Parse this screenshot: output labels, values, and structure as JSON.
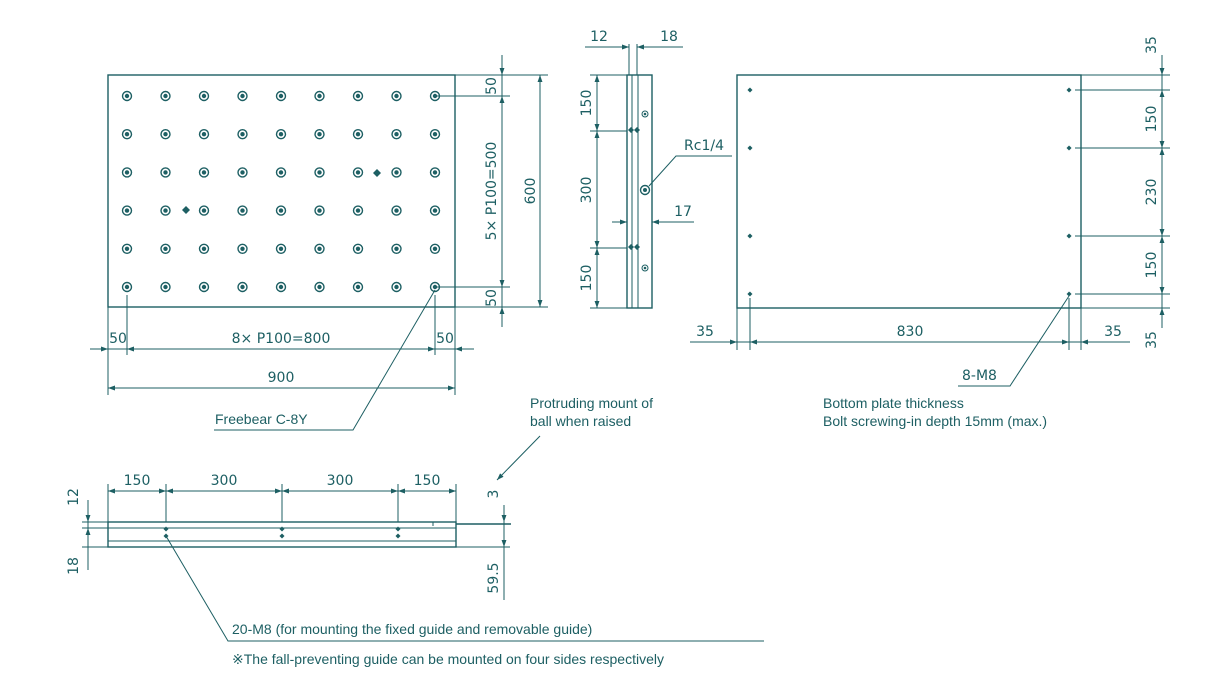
{
  "colors": {
    "line": "#1d5f63",
    "background": "#ffffff"
  },
  "top_view": {
    "hole_columns": 9,
    "hole_rows": 6,
    "labels": {
      "pitch_x": "8× P100=800",
      "pitch_y": "5× P100=500",
      "width": "900",
      "height": "600",
      "edge_left": "50",
      "edge_right": "50",
      "edge_top": "50",
      "edge_bottom": "50"
    },
    "callout": "Freebear C-8Y"
  },
  "side_view": {
    "labels": {
      "t_left": "12",
      "t_right": "18",
      "seg_top": "150",
      "seg_mid": "300",
      "seg_bot": "150",
      "port": "Rc1/4",
      "port_offset": "17"
    }
  },
  "bottom_view": {
    "labels": {
      "top_margin": "35",
      "v1": "150",
      "v2": "230",
      "v3": "150",
      "bottom_margin": "35",
      "left_margin": "35",
      "span": "830",
      "right_margin": "35"
    },
    "callout_label": "8-M8",
    "note_line1": "Bottom plate thickness",
    "note_line2": "Bolt screwing-in depth 15mm (max.)"
  },
  "front_view": {
    "labels": {
      "s1": "150",
      "s2": "300",
      "s3": "300",
      "s4": "150",
      "t_top": "12",
      "t_bot": "18",
      "protrude": "3",
      "height": "59.5"
    },
    "protrude_note_line1": "Protruding mount of",
    "protrude_note_line2": "ball  when raised",
    "screw_note": "20-M8 (for mounting the fixed guide and removable guide)",
    "footnote": "※The fall-preventing guide can be mounted on four sides respectively"
  }
}
